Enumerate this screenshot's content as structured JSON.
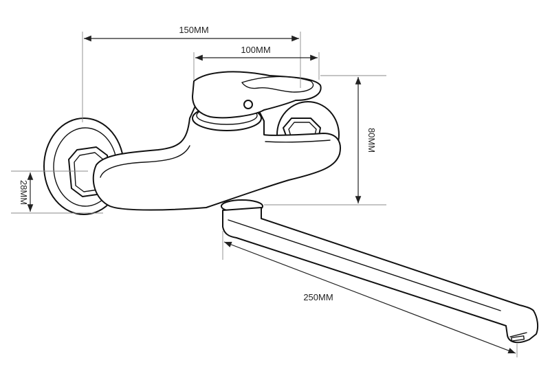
{
  "dimensions": {
    "overall_width": "150MM",
    "body_width": "100MM",
    "body_height": "80MM",
    "connection_height": "28MM",
    "spout_length": "250MM"
  },
  "colors": {
    "line": "#111111",
    "background": "#ffffff"
  }
}
